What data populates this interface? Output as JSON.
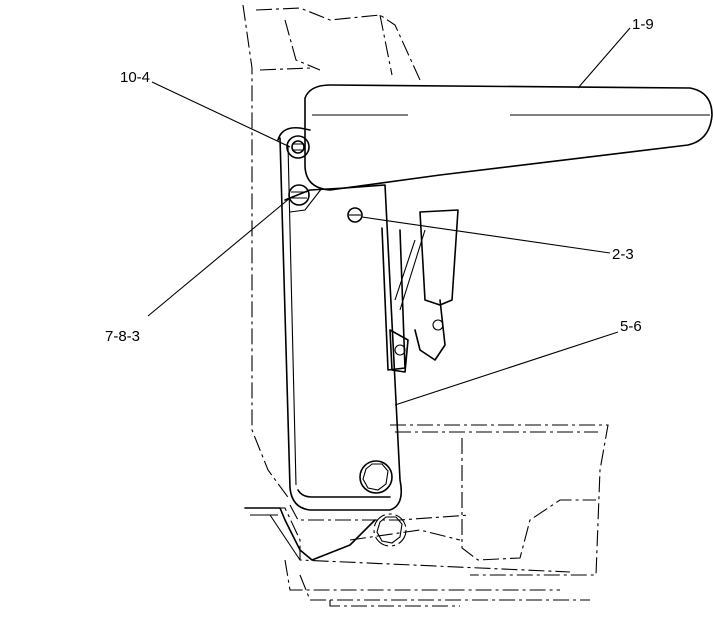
{
  "callouts": {
    "handle": "1-9",
    "top_bolt": "10-4",
    "pivot_bolt": "7-8-3",
    "pin": "2-3",
    "plate": "5-6"
  }
}
